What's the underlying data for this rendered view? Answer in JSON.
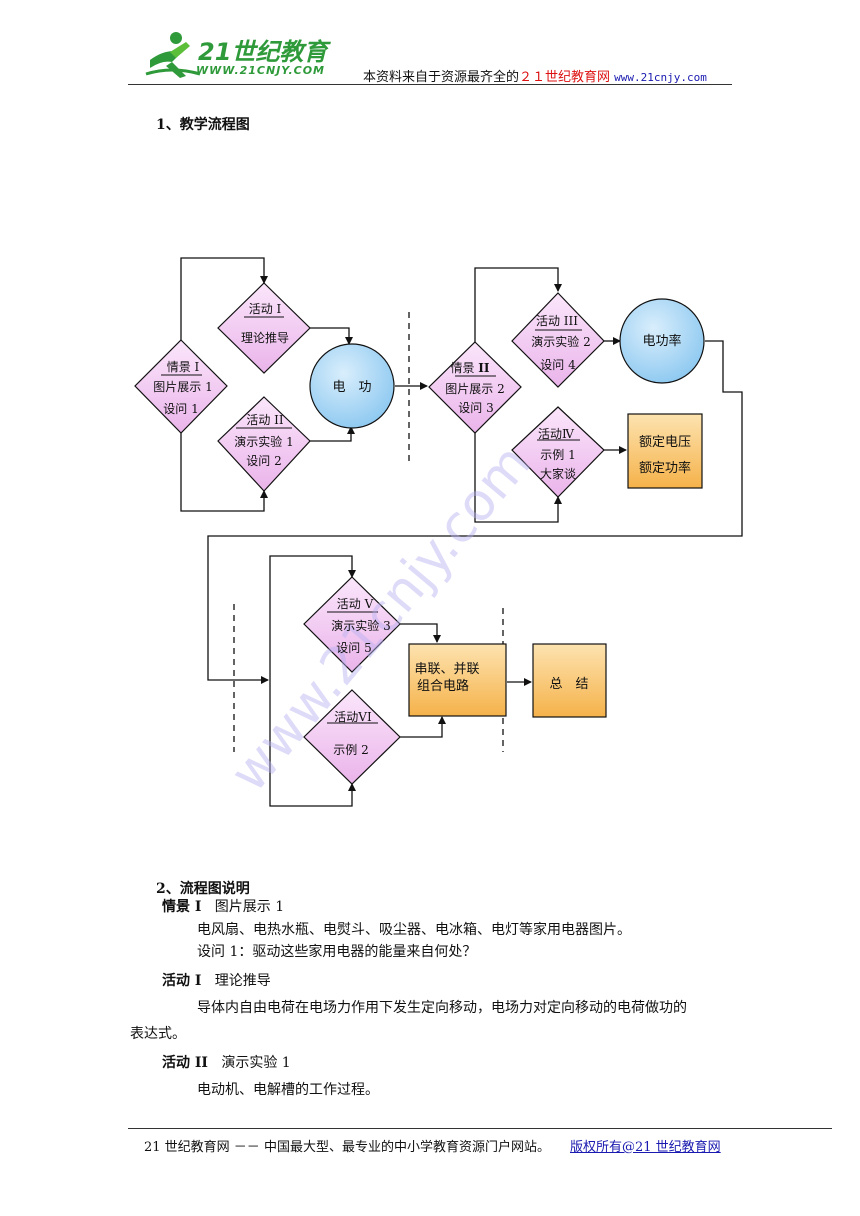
{
  "header": {
    "logo_main": "21世纪教育",
    "logo_url": "WWW.21CNJY.COM",
    "tagline_prefix": "本资料来自于资源最齐全的",
    "tagline_site": "２１世纪教育网",
    "tagline_url": "www.21cnjy.com"
  },
  "section1": {
    "title": "1、教学流程图"
  },
  "flow": {
    "scene1": {
      "top": "情景 I",
      "mid": "图片展示 1",
      "bot": "设问 1"
    },
    "act1": {
      "top": "活动 I",
      "bot": "理论推导"
    },
    "act2": {
      "top": "活动 II",
      "mid": "演示实验 1",
      "bot": "设问 2"
    },
    "circle_work": "电　功",
    "scene2": {
      "top": "情景",
      "top_roman": "II",
      "mid": "图片展示 2",
      "bot": "设问 3"
    },
    "act3": {
      "top": "活动 III",
      "mid": "演示实验 2",
      "bot": "设问 4"
    },
    "act4": {
      "top": "活动Ⅳ",
      "mid": "示例 1",
      "bot": "大家谈"
    },
    "circle_power": "电功率",
    "rated_box": {
      "line1": "额定电压",
      "line2": "额定功率"
    },
    "act5": {
      "top": "活动 V",
      "mid": "演示实验 3",
      "bot": "设问 5"
    },
    "act6": {
      "top": "活动VI",
      "bot": "示例 2"
    },
    "series_box": {
      "line1": "串联、并联",
      "line2": "组合电路"
    },
    "summary_box": "总　结",
    "watermark": "www.21cnjy.com"
  },
  "section2": {
    "title": "2、流程图说明",
    "items": [
      {
        "label": "情景 I",
        "name": "图片展示 1"
      },
      {
        "label": "活动 I",
        "name": "理论推导"
      },
      {
        "label": "活动 II",
        "name": "演示实验 1"
      }
    ],
    "scene1_line1": "电风扇、电热水瓶、电熨斗、吸尘器、电冰箱、电灯等家用电器图片。",
    "scene1_line2": "设问 1：驱动这些家用电器的能量来自何处？",
    "act1_line1": "导体内自由电荷在电场力作用下发生定向移动，电场力对定向移动的电荷做功的",
    "act1_line2": "表达式。",
    "act2_line1": "电动机、电解槽的工作过程。"
  },
  "footer": {
    "left": "21 世纪教育网 －－ 中国最大型、最专业的中小学教育资源门户网站。",
    "right": "版权所有@21 世纪教育网"
  },
  "colors": {
    "diamond_fill": "#f3c8f3",
    "circle_fill": "#a9d6f5",
    "box_fill": "#f9c26a",
    "logo_green": "#2f9a3a"
  }
}
